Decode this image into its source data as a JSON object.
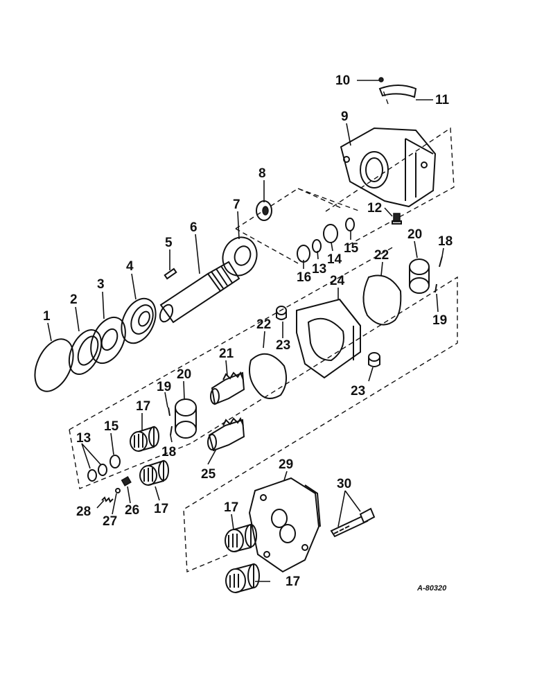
{
  "diagram": {
    "reference_code": "A-80320",
    "callouts": [
      "1",
      "2",
      "3",
      "4",
      "5",
      "6",
      "7",
      "8",
      "9",
      "10",
      "11",
      "12",
      "13",
      "13",
      "14",
      "15",
      "15",
      "16",
      "17",
      "17",
      "17",
      "17",
      "18",
      "18",
      "19",
      "19",
      "20",
      "20",
      "21",
      "22",
      "22",
      "23",
      "23",
      "24",
      "25",
      "26",
      "27",
      "28",
      "29",
      "30"
    ]
  }
}
